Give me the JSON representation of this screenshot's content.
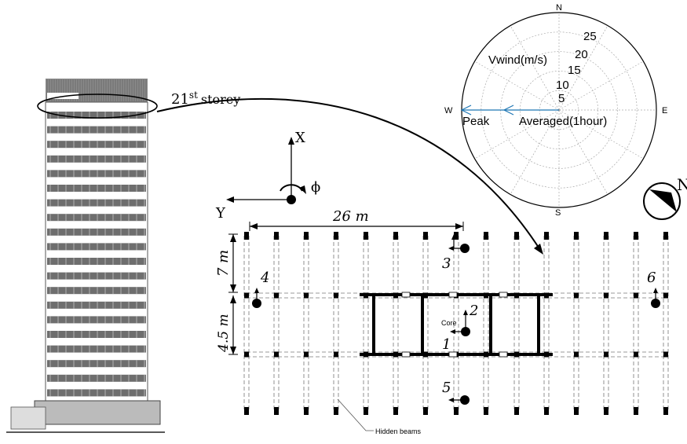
{
  "labels": {
    "storey_main": "21",
    "storey_sup": "st",
    "storey_word": "storey",
    "axis_x": "X",
    "axis_y": "Y",
    "axis_phi": "ϕ",
    "dim_26": "26 m",
    "dim_7": "7 m",
    "dim_45": "4.5 m",
    "core": "Core",
    "hidden_beams": "Hidden beams",
    "sensor_1": "1",
    "sensor_2": "2",
    "sensor_3": "3",
    "sensor_4": "4",
    "sensor_5": "5",
    "sensor_6": "6",
    "north_partial": "N"
  },
  "wind_rose": {
    "title": "Vwind(m/s)",
    "rings": [
      "5",
      "10",
      "15",
      "20",
      "25"
    ],
    "compass": {
      "n": "N",
      "e": "E",
      "s": "S",
      "w": "W"
    },
    "peak_label": "Peak",
    "avg_label": "Averaged(1hour)",
    "arrow_color": "#1f77b4"
  }
}
